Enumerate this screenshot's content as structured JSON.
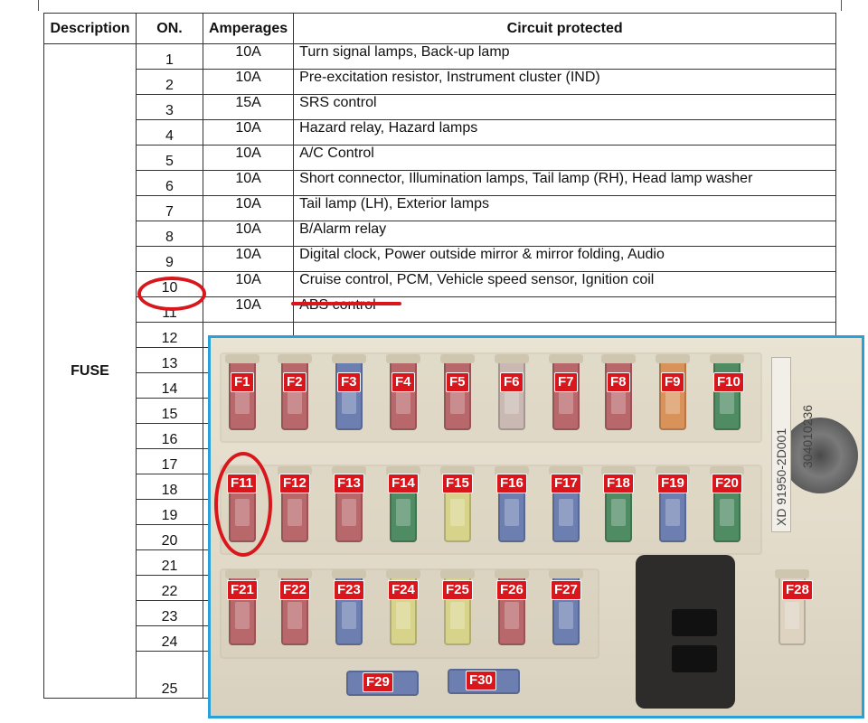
{
  "table": {
    "headers": [
      "Description",
      "ON.",
      "Amperages",
      "Circuit protected"
    ],
    "group_label": "FUSE",
    "rows": [
      {
        "no": "1",
        "amp": "10A",
        "circuit": "Turn signal lamps, Back-up lamp"
      },
      {
        "no": "2",
        "amp": "10A",
        "circuit": "Pre-excitation resistor, Instrument cluster (IND)"
      },
      {
        "no": "3",
        "amp": "15A",
        "circuit": "SRS control"
      },
      {
        "no": "4",
        "amp": "10A",
        "circuit": "Hazard relay, Hazard lamps"
      },
      {
        "no": "5",
        "amp": "10A",
        "circuit": "A/C Control"
      },
      {
        "no": "6",
        "amp": "10A",
        "circuit": "Short connector, Illumination lamps, Tail lamp (RH), Head lamp washer"
      },
      {
        "no": "7",
        "amp": "10A",
        "circuit": "Tail lamp (LH), Exterior lamps"
      },
      {
        "no": "8",
        "amp": "10A",
        "circuit": "B/Alarm relay"
      },
      {
        "no": "9",
        "amp": "10A",
        "circuit": "Digital clock, Power outside mirror & mirror folding, Audio"
      },
      {
        "no": "10",
        "amp": "10A",
        "circuit": "Cruise control, PCM, Vehicle speed sensor, Ignition coil"
      },
      {
        "no": "11",
        "amp": "10A",
        "circuit": "ABS control"
      },
      {
        "no": "12",
        "amp": "",
        "circuit": ""
      },
      {
        "no": "13",
        "amp": "",
        "circuit": ""
      },
      {
        "no": "14",
        "amp": "",
        "circuit": ""
      },
      {
        "no": "15",
        "amp": "",
        "circuit": ""
      },
      {
        "no": "16",
        "amp": "",
        "circuit": ""
      },
      {
        "no": "17",
        "amp": "",
        "circuit": ""
      },
      {
        "no": "18",
        "amp": "",
        "circuit": ""
      },
      {
        "no": "19",
        "amp": "",
        "circuit": ""
      },
      {
        "no": "20",
        "amp": "",
        "circuit": ""
      },
      {
        "no": "21",
        "amp": "",
        "circuit": ""
      },
      {
        "no": "22",
        "amp": "",
        "circuit": ""
      },
      {
        "no": "23",
        "amp": "",
        "circuit": ""
      },
      {
        "no": "24",
        "amp": "",
        "circuit": ""
      },
      {
        "no": "25",
        "amp": "",
        "circuit": ""
      }
    ]
  },
  "photo": {
    "fuse_labels": [
      "F1",
      "F2",
      "F3",
      "F4",
      "F5",
      "F6",
      "F7",
      "F8",
      "F9",
      "F10",
      "F11",
      "F12",
      "F13",
      "F14",
      "F15",
      "F16",
      "F17",
      "F18",
      "F19",
      "F20",
      "F21",
      "F22",
      "F23",
      "F24",
      "F25",
      "F26",
      "F27",
      "F28",
      "F29",
      "F30"
    ],
    "sticker_text": "XD 91950-2D001",
    "sticker_code": "304010236"
  },
  "colors": {
    "annotation_red": "#d8161b",
    "photo_border": "#2aa0d8",
    "fuse_10a": "#b8676a",
    "fuse_15a": "#6c7fb0",
    "fuse_20a": "#d8d38a",
    "fuse_30a": "#4f8b63",
    "fuse_5a": "#d9935a"
  }
}
